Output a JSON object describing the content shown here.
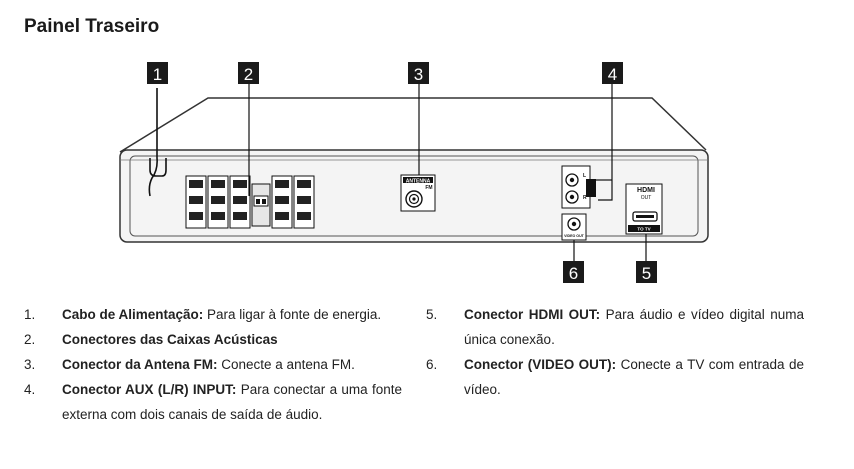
{
  "title": "Painel Traseiro",
  "callouts": [
    "1",
    "2",
    "3",
    "4",
    "5",
    "6"
  ],
  "panel_labels": {
    "antenna": "ANTENNA",
    "fm": "FM",
    "hdmi": "HDMI",
    "hdmi_out": "OUT",
    "to_tv": "TO TV",
    "aux_l": "L",
    "aux_r": "R",
    "video_out": "VIDEO OUT"
  },
  "items": [
    {
      "num": "1.",
      "term": "Cabo de Alimentação:",
      "text": " Para ligar à fonte de energia."
    },
    {
      "num": "2.",
      "term": "Conectores das Caixas Acústicas",
      "text": ""
    },
    {
      "num": "3.",
      "term": "Conector da Antena FM:",
      "text": " Conecte a antena FM."
    },
    {
      "num": "4.",
      "term": "Conector AUX (L/R) INPUT:",
      "text": " Para conectar a uma fonte externa com dois canais de saída de áudio."
    },
    {
      "num": "5.",
      "term": "Conector HDMI OUT:",
      "text": " Para áudio e vídeo digital numa única conexão."
    },
    {
      "num": "6.",
      "term": "Conector (VIDEO OUT):",
      "text": " Conecte a TV com entrada de vídeo."
    }
  ]
}
